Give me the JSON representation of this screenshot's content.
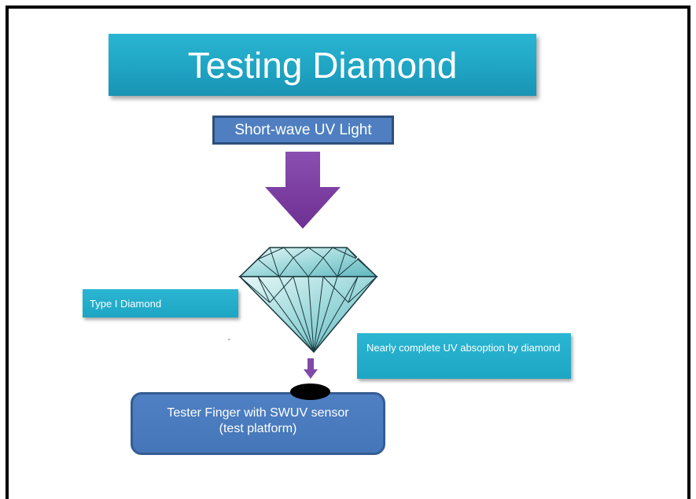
{
  "title": "Testing Diamond",
  "light_source": "Short-wave UV Light",
  "type_label": "Type I Diamond",
  "absorption_label": "Nearly complete UV absoption by diamond",
  "platform": {
    "line1": "Tester Finger with SWUV sensor",
    "line2": "(test platform)"
  },
  "colors": {
    "title_bg": "#1fa3c2",
    "uv_box_bg": "#4f7fc0",
    "arrow": "#7f3fa1",
    "platform_bg": "#4a7bbe"
  },
  "icons": {
    "uv_arrow": "down-arrow-icon",
    "diamond": "diamond-icon",
    "sensor": "sensor-dot"
  }
}
